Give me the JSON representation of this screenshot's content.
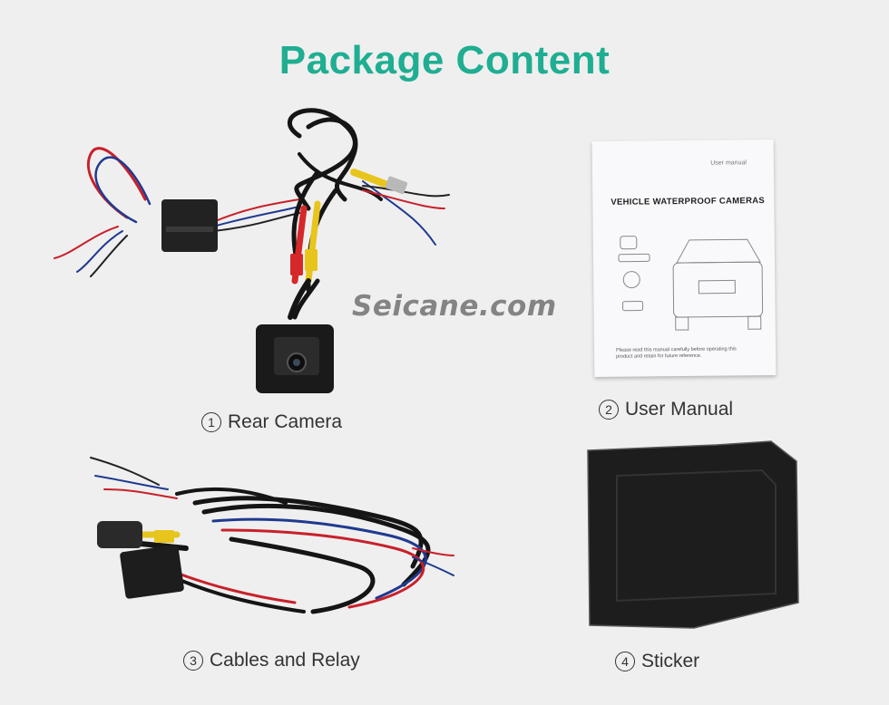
{
  "header": {
    "title": "Package Content"
  },
  "watermark": "Seicane.com",
  "manual": {
    "small_label": "User manual",
    "heading": "VEHICLE WATERPROOF CAMERAS",
    "note": "Please read this manual carefully before operating this product and retain for future reference."
  },
  "items": [
    {
      "number": "1",
      "label": "Rear Camera"
    },
    {
      "number": "2",
      "label": "User Manual"
    },
    {
      "number": "3",
      "label": "Cables and Relay"
    },
    {
      "number": "4",
      "label": "Sticker"
    }
  ],
  "colors": {
    "title": "#1fae92",
    "background": "#efefef"
  }
}
